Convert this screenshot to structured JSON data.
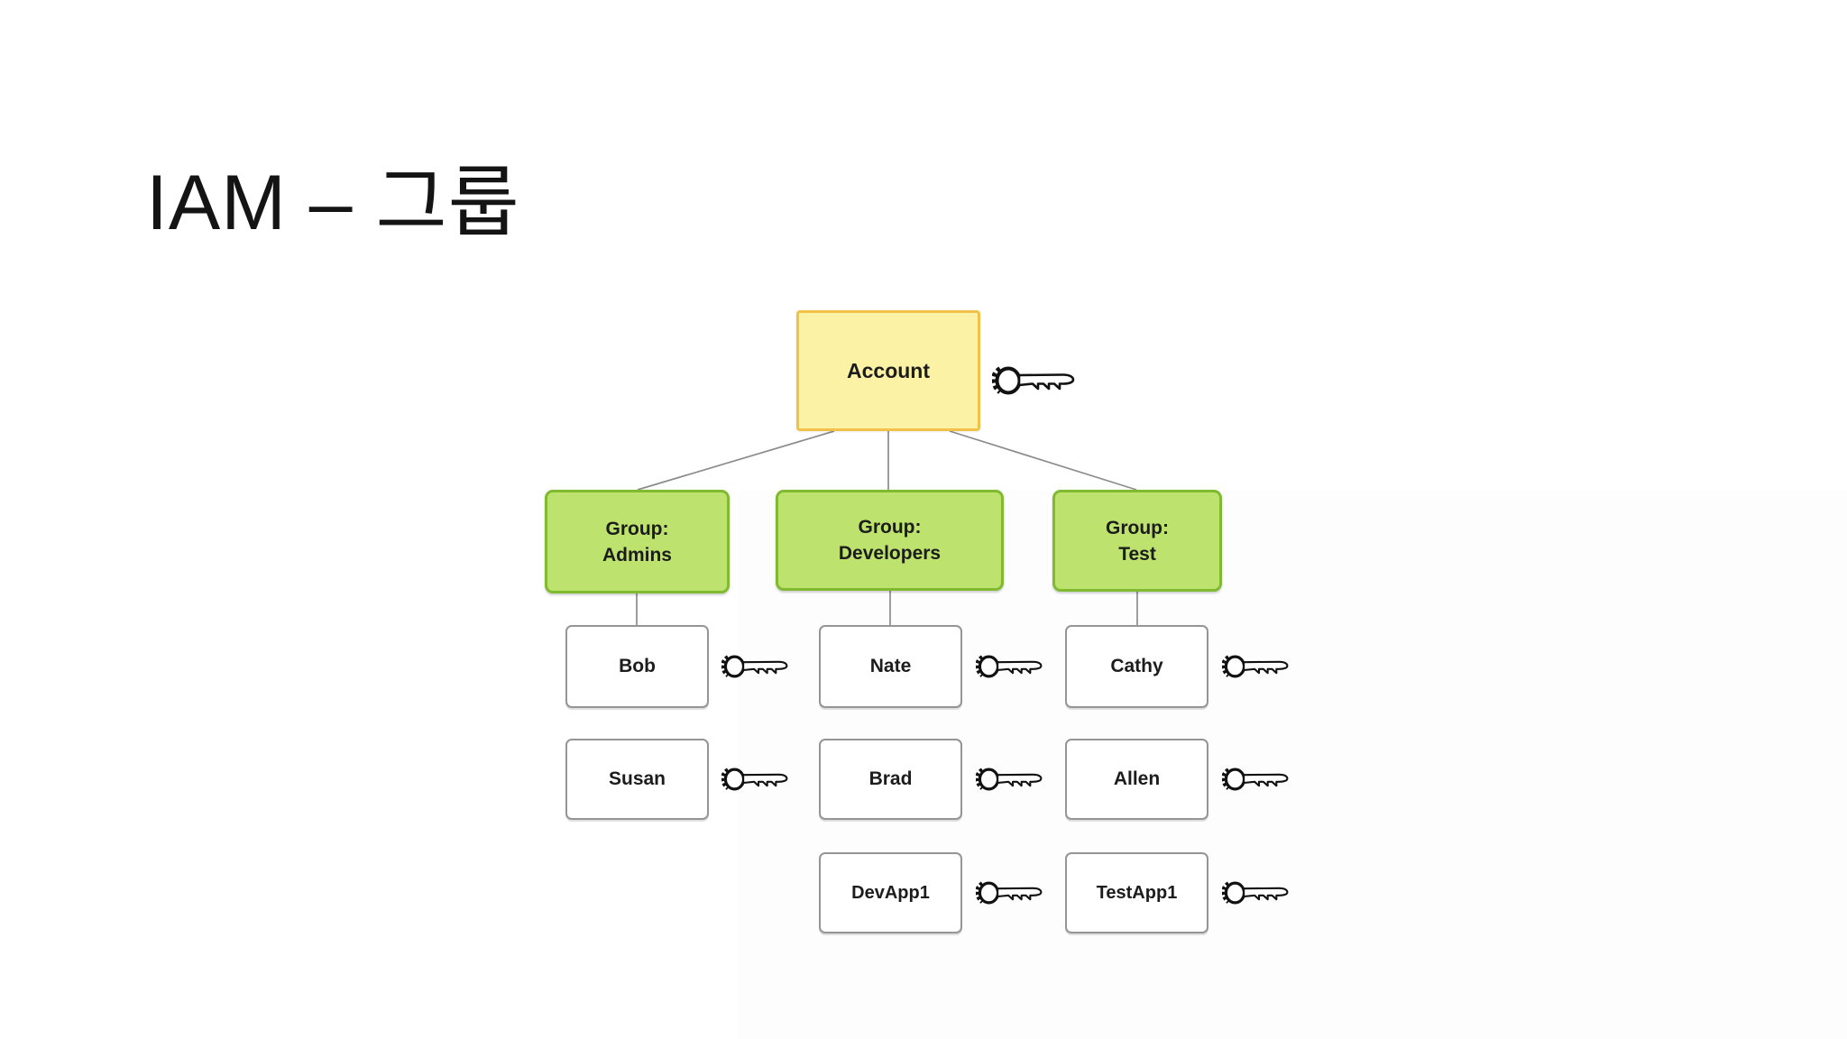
{
  "title": "IAM – 그룹",
  "colors": {
    "page_background": "#ffffff",
    "panel_background": "#fdfdfd",
    "account_fill": "#fbf2a6",
    "account_border": "#f2c14a",
    "group_fill": "#bde26e",
    "group_border": "#7fba30",
    "user_border": "#959595",
    "connector": "#8c8c8c",
    "text": "#1c1c1c"
  },
  "diagram": {
    "account": {
      "label": "Account"
    },
    "groups": {
      "admins": {
        "line1": "Group:",
        "line2": "Admins"
      },
      "developers": {
        "line1": "Group:",
        "line2": "Developers"
      },
      "test": {
        "line1": "Group:",
        "line2": "Test"
      }
    },
    "users": {
      "bob": "Bob",
      "susan": "Susan",
      "nate": "Nate",
      "brad": "Brad",
      "devapp1": "DevApp1",
      "cathy": "Cathy",
      "allen": "Allen",
      "testapp1": "TestApp1"
    },
    "icons": {
      "key": "key-icon"
    }
  }
}
